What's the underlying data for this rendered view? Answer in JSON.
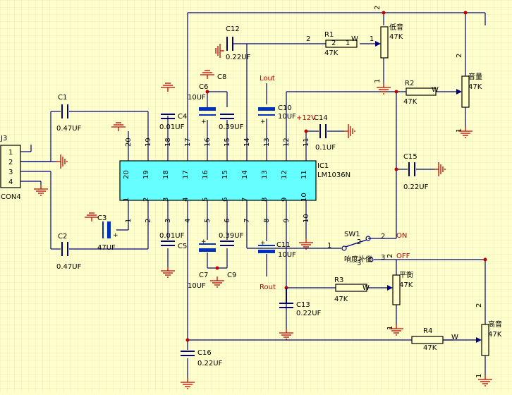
{
  "connector": {
    "ref": "J3",
    "name": "CON4",
    "pins": [
      "1",
      "2",
      "3",
      "4"
    ]
  },
  "ic": {
    "ref": "IC1",
    "part": "LM1036N",
    "top_pins": [
      "20",
      "19",
      "18",
      "17",
      "16",
      "15",
      "14",
      "13",
      "12",
      "11"
    ],
    "bottom_pins": [
      "1",
      "2",
      "3",
      "4",
      "5",
      "6",
      "7",
      "8",
      "9",
      "10"
    ]
  },
  "caps": {
    "c1": {
      "ref": "C1",
      "val": "0.47UF"
    },
    "c2": {
      "ref": "C2",
      "val": "0.47UF"
    },
    "c3": {
      "ref": "C3",
      "val": "47UF"
    },
    "c4": {
      "ref": "C4",
      "val": "0.01UF"
    },
    "c5": {
      "ref": "C5",
      "val": "0.01UF"
    },
    "c6": {
      "ref": "C6",
      "val": "10UF"
    },
    "c7": {
      "ref": "C7",
      "val": "10UF"
    },
    "c8": {
      "ref": "C8",
      "val": ""
    },
    "c9": {
      "ref": "C9",
      "val": "0.39UF"
    },
    "c9b": {
      "ref": "",
      "val": "0.39UF"
    },
    "c10": {
      "ref": "C10",
      "val": "10UF"
    },
    "c11": {
      "ref": "C11",
      "val": "10UF"
    },
    "c12": {
      "ref": "C12",
      "val": "0.22UF"
    },
    "c13": {
      "ref": "C13",
      "val": "0.22UF"
    },
    "c14": {
      "ref": "C14",
      "val": "0.1UF"
    },
    "c15": {
      "ref": "C15",
      "val": "0.22UF"
    },
    "c16": {
      "ref": "C16",
      "val": "0.22UF"
    }
  },
  "resistors": {
    "r1": {
      "ref": "R1",
      "val": "47K"
    },
    "r2": {
      "ref": "R2",
      "val": "47K"
    },
    "r3": {
      "ref": "R3",
      "val": "47K"
    },
    "r4": {
      "ref": "R4",
      "val": "47K"
    }
  },
  "pots": {
    "bass": {
      "name": "低音",
      "val": "47K"
    },
    "volume": {
      "name": "音量",
      "val": "47K"
    },
    "balance": {
      "name": "平衡",
      "val": "47K"
    },
    "treble": {
      "name": "高音",
      "val": "47K"
    }
  },
  "switch": {
    "ref": "SW1",
    "name": "响度补偿",
    "on": "ON",
    "off": "OFF",
    "pin1": "1",
    "pin2": "2",
    "pin3": "3"
  },
  "nets": {
    "lout": "Lout",
    "rout": "Rout",
    "vcc": "+12V"
  },
  "pin_labels": {
    "one": "1",
    "two": "2",
    "w": "W"
  }
}
